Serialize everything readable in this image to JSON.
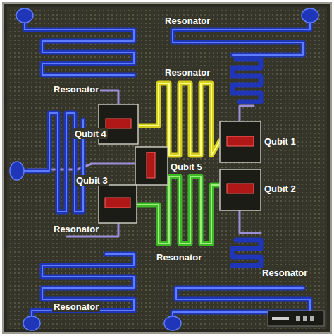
{
  "diagram": {
    "labels": [
      "Resonator",
      "Resonator",
      "Resonator",
      "Qubit 4",
      "Qubit 1",
      "Qubit 5",
      "Qubit 3",
      "Qubit 2",
      "Resonator",
      "Resonator",
      "Resonator",
      "Resonator"
    ]
  }
}
